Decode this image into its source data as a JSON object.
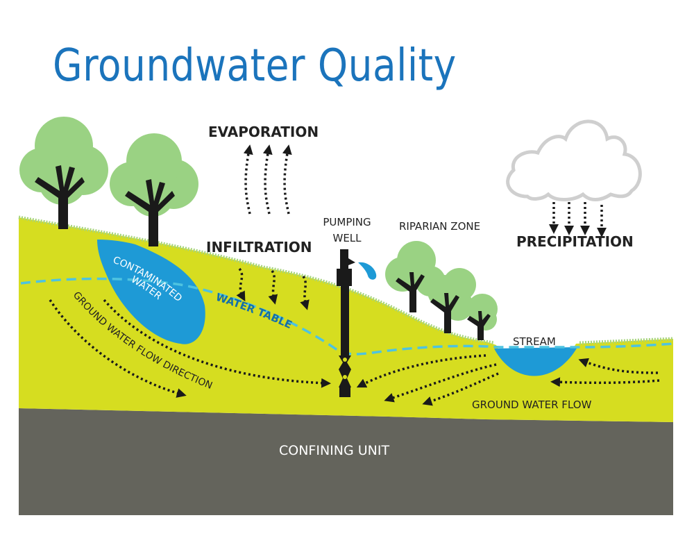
{
  "title": "Groundwater Quality",
  "colors": {
    "title": "#1b74bc",
    "aquifer": "#d6dd20",
    "grass": "#a6d47c",
    "water": "#1e9ad6",
    "water_table": "#4ec3e0",
    "confining_unit": "#64645c",
    "tree_canopy": "#9ad283",
    "trunk": "#1a1a1a",
    "cloud_outline": "#cfcfcf",
    "arrow": "#1a1a1a"
  },
  "labels": {
    "evaporation": "EVAPORATION",
    "infiltration": "INFILTRATION",
    "pumping_well_line1": "PUMPING",
    "pumping_well_line2": "WELL",
    "riparian_zone": "RIPARIAN ZONE",
    "precipitation": "PRECIPITATION",
    "contaminated_line1": "CONTAMINATED",
    "contaminated_line2": "WATER",
    "water_table": "WATER TABLE",
    "gw_flow_direction": "GROUND WATER FLOW DIRECTION",
    "stream": "STREAM",
    "gw_flow": "GROUND WATER FLOW",
    "confining_unit": "CONFINING UNIT"
  }
}
